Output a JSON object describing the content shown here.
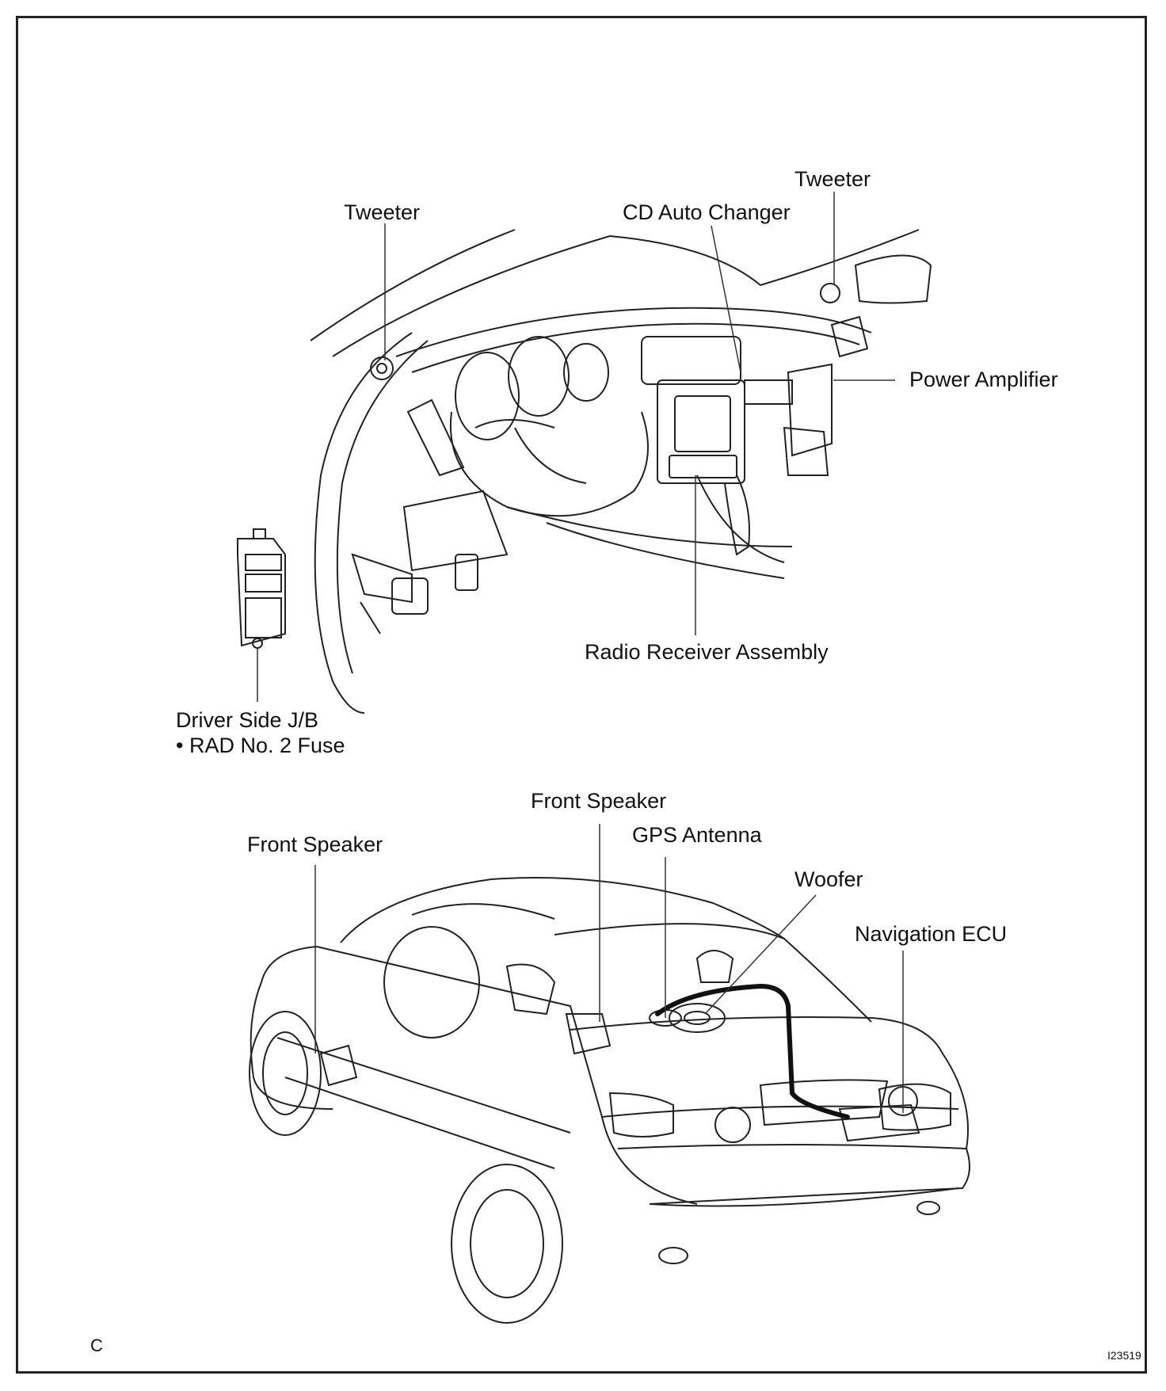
{
  "labels": {
    "tweeter_left": "Tweeter",
    "tweeter_right": "Tweeter",
    "cd_auto_changer": "CD Auto Changer",
    "power_amplifier": "Power Amplifier",
    "radio_receiver": "Radio Receiver Assembly",
    "driver_side_jb": "Driver Side J/B",
    "rad_fuse": "• RAD No. 2 Fuse",
    "front_speaker_left": "Front Speaker",
    "front_speaker_right": "Front Speaker",
    "gps_antenna": "GPS Antenna",
    "woofer": "Woofer",
    "navigation_ecu": "Navigation ECU"
  },
  "corner": {
    "code_left": "C",
    "code_right": "I23519"
  }
}
